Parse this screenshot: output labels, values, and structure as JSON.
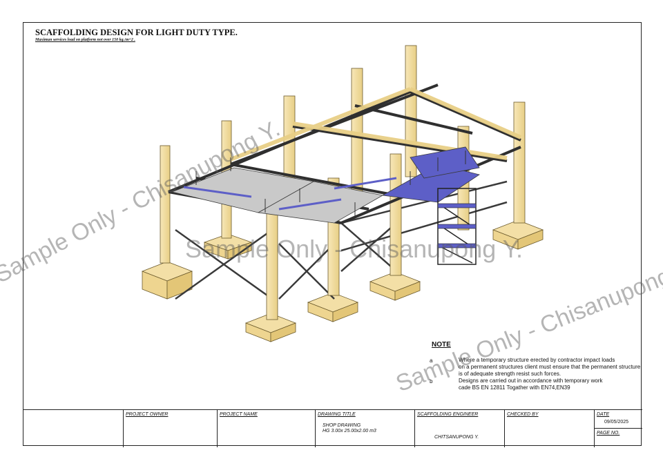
{
  "header": {
    "title": "SCAFFOLDING DESIGN FOR LIGHT DUTY  TYPE.",
    "subtitle": "Maximun services load on platform not over 150 kg./m^2 ."
  },
  "note": {
    "heading": "NOTE",
    "items": [
      {
        "letter": "a",
        "lines": [
          "Where a temporary structure erected by contractor impact loads",
          "on a permanent structures client must ensure that the permanent structure",
          "is of adequate strength resist such forces."
        ]
      },
      {
        "letter": "b",
        "lines": [
          "Designs are carried out in accordance with temporary work",
          "cade BS EN 12811 Togather with EN74,EN39"
        ]
      }
    ]
  },
  "title_block": {
    "project_owner_label": "PROJECT OWNER",
    "project_name_label": "PROJECT NAME",
    "drawing_title_label": "DRAWING TITLE",
    "drawing_title_line1": "SHOP DRAWING",
    "drawing_title_line2": "HG 3.00x 25.00x2.00 m3",
    "engineer_label": "SCAFFOLDING ENGINEER",
    "engineer_name": "CHITSANUPONG Y.",
    "checked_by_label": "CHECKED BY",
    "date_label": "DATE",
    "date_value": "09/05/2025",
    "page_no_label": "PAGE NO."
  },
  "watermark": {
    "text_full": "Sample Only - Chisanupong Y.",
    "text_partial_top": "Sample Only - Chisanupong Y.",
    "text_center": "Sample Only - Chisanupong Y."
  },
  "colors": {
    "timber": "#f3dfa6",
    "timber_edge": "#6b5a2c",
    "steel": "#3a3a3a",
    "platform_blue": "#5d5fc7",
    "deck": "#c9c9c9"
  }
}
